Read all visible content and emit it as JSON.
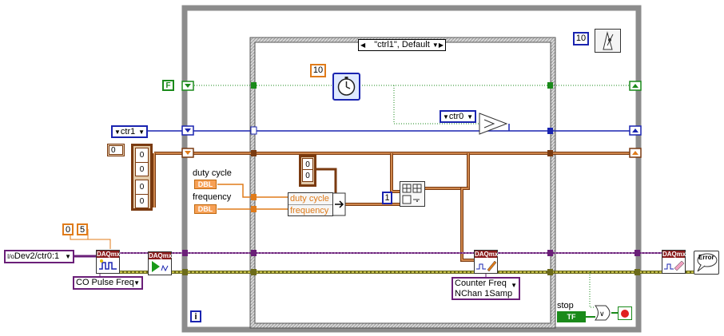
{
  "case_selector": {
    "label": "\"ctrl1\", Default"
  },
  "wait_constant": "10",
  "timing_constant": "10",
  "bool_constant": "F",
  "ctr1_control": {
    "value": "ctr1"
  },
  "ctr0_constant": {
    "value": "ctr0"
  },
  "array_index": "0",
  "array_values": [
    "0",
    "0",
    "0",
    "0"
  ],
  "small_array": [
    "0",
    "0"
  ],
  "bundle": {
    "duty_cycle_label": "duty cycle",
    "frequency_label": "frequency",
    "dbl_tag": "DBL",
    "element1": "duty cycle",
    "element2": "frequency"
  },
  "build_array_index": "1",
  "range_constants": [
    "0",
    "5"
  ],
  "channel_control": {
    "prefix": "I/o",
    "value": "Dev2/ctr0:1"
  },
  "daqmx_header": "DAQmx",
  "co_pulse_freq": "CO Pulse Freq",
  "counter_freq": {
    "line1": "Counter Freq",
    "line2": "NChan 1Samp"
  },
  "stop": {
    "label": "stop",
    "tf": "TF"
  },
  "loop_iteration": "i",
  "error_icon": "Error",
  "colors": {
    "frame_gray": "#8c8c8c",
    "wire_green": "#1a8a1a",
    "wire_blue": "#1a24b0",
    "wire_orange": "#e07b1a",
    "wire_brown": "#7a3a10",
    "wire_purple": "#6a1f78",
    "wire_yellow": "#c8c040"
  }
}
